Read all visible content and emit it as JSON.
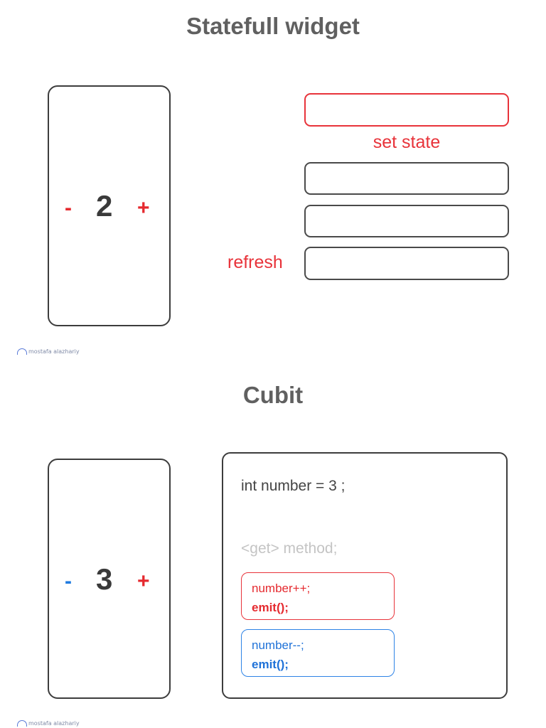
{
  "section1": {
    "title": "Statefull widget",
    "counter": {
      "minus": "-",
      "value": "2",
      "plus": "+"
    },
    "annotations": {
      "set_state": "set state",
      "refresh": "refresh"
    },
    "watermark": "mostafa alazhariy",
    "colors": {
      "accent": "#e8333a",
      "outline": "#3d3d3d"
    }
  },
  "section2": {
    "title": "Cubit",
    "counter": {
      "minus": "-",
      "value": "3",
      "plus": "+"
    },
    "code": {
      "declaration": "int number = 3 ;",
      "getter": "<get> method;",
      "increment": {
        "line1": "number++;",
        "line2": "emit();"
      },
      "decrement": {
        "line1": "number--;",
        "line2": "emit();"
      }
    },
    "watermark": "mostafa alazhariy",
    "colors": {
      "increment": "#e52a2f",
      "decrement": "#1f7be0"
    }
  }
}
